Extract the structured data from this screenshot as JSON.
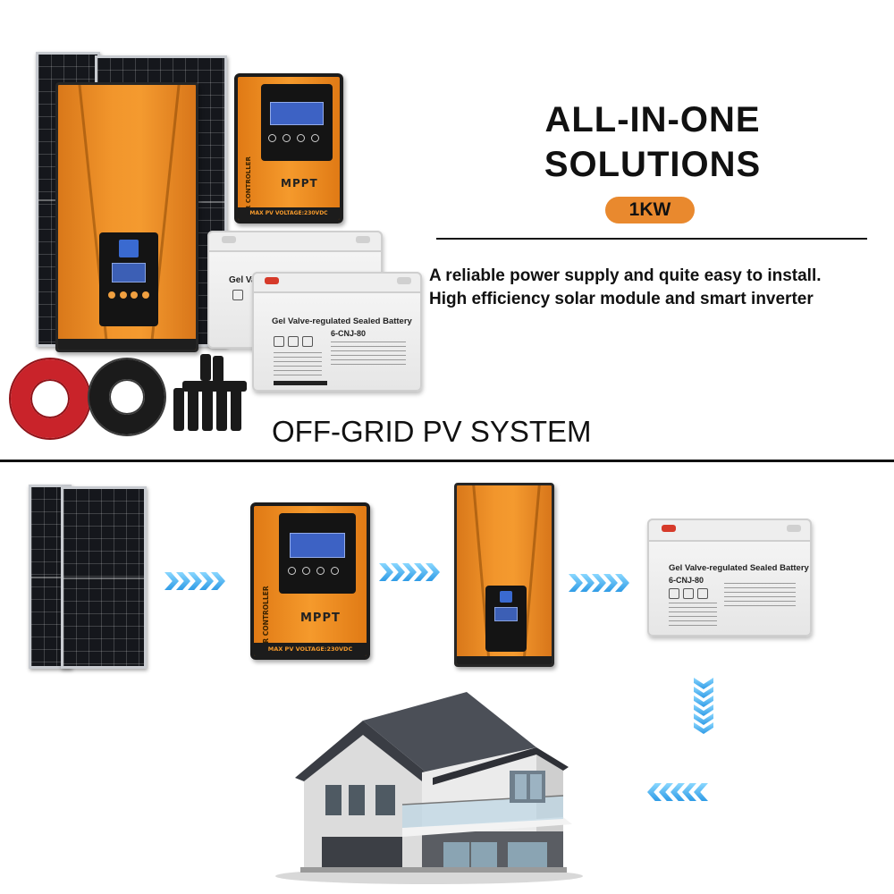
{
  "headline": {
    "line1": "ALL-IN-ONE",
    "line2": "SOLUTIONS",
    "power_badge": "1KW"
  },
  "tagline": {
    "line1": "A reliable power supply and quite easy to install.",
    "line2": "High efficiency solar module and smart inverter"
  },
  "system_title": "OFF-GRID PV SYSTEM",
  "controller": {
    "brand_label": "MPPT",
    "side_label": "SOLAR CONTROLLER",
    "footer_label": "MAX PV VOLTAGE:230VDC"
  },
  "battery": {
    "title": "Gel Valve-regulated Sealed Battery",
    "title_cut": "Gel Valv",
    "model": "6-CNJ-80"
  },
  "colors": {
    "accent_orange": "#e9892e",
    "arrow_blue": "#2f9be6",
    "text": "#111111"
  },
  "icons": {
    "flow_arrow": "chevron-right-icon",
    "down_arrow": "chevron-down-icon",
    "back_arrow": "chevron-left-icon"
  }
}
